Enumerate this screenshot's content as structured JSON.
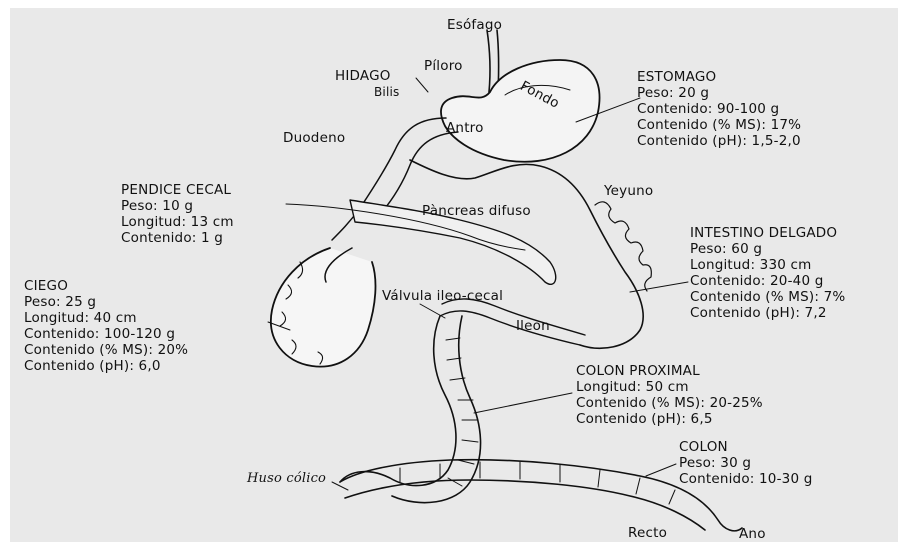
{
  "labels": {
    "esofago": "Esófago",
    "piloro": "Píloro",
    "hidago": "HIDAGO",
    "bilis": "Bilis",
    "fondo": "Fondo",
    "antro": "Antro",
    "duodeno": "Duodeno",
    "yeyuno": "Yeyuno",
    "pancreas": "Pàncreas difuso",
    "valvula": "Válvula ileo-cecal",
    "ileon": "Ileon",
    "huso": "Huso cólico",
    "recto": "Recto",
    "ano": "Ano"
  },
  "estomago": [
    "ESTOMAGO",
    "Peso: 20 g",
    "Contenido: 90-100 g",
    "Contenido (% MS): 17%",
    "Contenido (pH): 1,5-2,0"
  ],
  "apendice": [
    "PENDICE CECAL",
    "Peso: 10 g",
    "Longitud: 13 cm",
    "Contenido: 1 g"
  ],
  "intestino": [
    "INTESTINO DELGADO",
    "Peso: 60 g",
    "Longitud: 330 cm",
    "Contenido: 20-40 g",
    "Contenido (% MS): 7%",
    "Contenido (pH): 7,2"
  ],
  "ciego": [
    "CIEGO",
    "Peso: 25 g",
    "Longitud: 40 cm",
    "Contenido: 100-120 g",
    "Contenido (% MS): 20%",
    "Contenido (pH): 6,0"
  ],
  "colon_proximal": [
    "COLON PROXIMAL",
    "Longitud: 50 cm",
    "Contenido (% MS): 20-25%",
    "Contenido (pH): 6,5"
  ],
  "colon": [
    "COLON",
    "Peso: 30 g",
    "Contenido: 10-30 g"
  ]
}
